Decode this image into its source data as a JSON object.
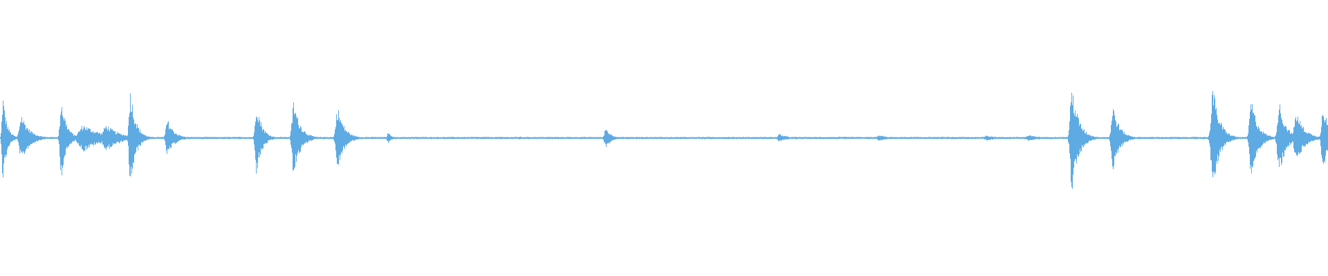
{
  "waveform": {
    "color": "#5eaae3",
    "background": "#ffffff",
    "baseline_amplitude": 0.004,
    "bursts": [
      {
        "t": 0.002,
        "amp": 0.16,
        "width": 0.003
      },
      {
        "t": 0.016,
        "amp": 0.09,
        "width": 0.006
      },
      {
        "t": 0.046,
        "amp": 0.15,
        "width": 0.004
      },
      {
        "t": 0.063,
        "amp": 0.05,
        "width": 0.014
      },
      {
        "t": 0.08,
        "amp": 0.05,
        "width": 0.01
      },
      {
        "t": 0.098,
        "amp": 0.19,
        "width": 0.004
      },
      {
        "t": 0.126,
        "amp": 0.07,
        "width": 0.005
      },
      {
        "t": 0.193,
        "amp": 0.14,
        "width": 0.004
      },
      {
        "t": 0.221,
        "amp": 0.14,
        "width": 0.005
      },
      {
        "t": 0.254,
        "amp": 0.12,
        "width": 0.005
      },
      {
        "t": 0.292,
        "amp": 0.02,
        "width": 0.003
      },
      {
        "t": 0.391,
        "amp": 0.006,
        "width": 0.003
      },
      {
        "t": 0.456,
        "amp": 0.04,
        "width": 0.004
      },
      {
        "t": 0.587,
        "amp": 0.015,
        "width": 0.006
      },
      {
        "t": 0.662,
        "amp": 0.012,
        "width": 0.006
      },
      {
        "t": 0.743,
        "amp": 0.01,
        "width": 0.008
      },
      {
        "t": 0.775,
        "amp": 0.01,
        "width": 0.01
      },
      {
        "t": 0.807,
        "amp": 0.2,
        "width": 0.005
      },
      {
        "t": 0.838,
        "amp": 0.12,
        "width": 0.005
      },
      {
        "t": 0.913,
        "amp": 0.2,
        "width": 0.005
      },
      {
        "t": 0.942,
        "amp": 0.15,
        "width": 0.005
      },
      {
        "t": 0.963,
        "amp": 0.14,
        "width": 0.005
      },
      {
        "t": 0.976,
        "amp": 0.1,
        "width": 0.006
      },
      {
        "t": 0.996,
        "amp": 0.14,
        "width": 0.004
      }
    ]
  }
}
